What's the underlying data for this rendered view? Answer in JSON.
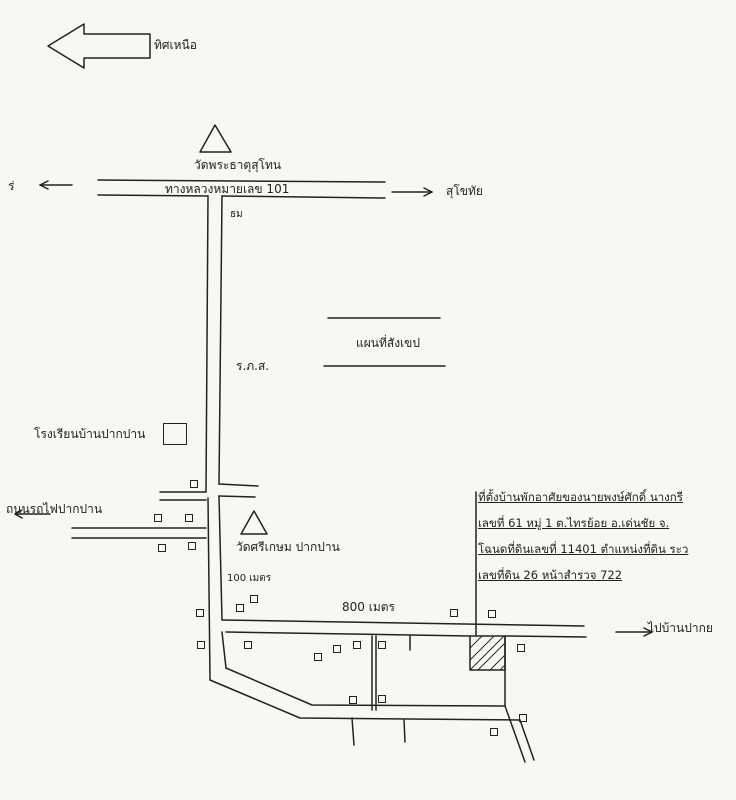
{
  "north": {
    "label": "ทิศเหนือ",
    "icon": "north-arrow-icon"
  },
  "highway": {
    "label": "ทางหลวงหมายเลข 101"
  },
  "temple_top": {
    "label": "วัดพระธาตุสุโทน"
  },
  "left_dir_top": {
    "label": "ร่"
  },
  "sukhothai": {
    "label": "สุโขทัย"
  },
  "map_title": {
    "label": "แผนที่สังเขป"
  },
  "rural_road": {
    "label": "ร.ภ.ส."
  },
  "small_mark": {
    "label": "ธม"
  },
  "school": {
    "label": "โรงเรียนบ้านปากปาน"
  },
  "railway": {
    "label": "ถนนรถไฟปากปาน"
  },
  "temple_mid": {
    "label": "วัดศรีเกษม ปากปาน"
  },
  "dist_100": {
    "label": "100 เมตร"
  },
  "dist_800": {
    "label": "800 เมตร"
  },
  "to_village": {
    "label": "ไปบ้านปากย"
  },
  "property": {
    "line1": "ที่ตั้งบ้านพักอาศัยของนายพงษ์ศักดิ์ นางกรี",
    "line2": "เลขที่ 61 หมู่ 1 ต.ไทรย้อย อ.เด่นชัย จ.",
    "line3": "โฉนดที่ดินเลขที่ 11401 ตำแหน่งที่ดิน ระว",
    "line4": "เลขที่ดิน 26 หน้าสำรวจ 722"
  },
  "colors": {
    "ink": "#222222",
    "paper": "#f7f7f4"
  }
}
